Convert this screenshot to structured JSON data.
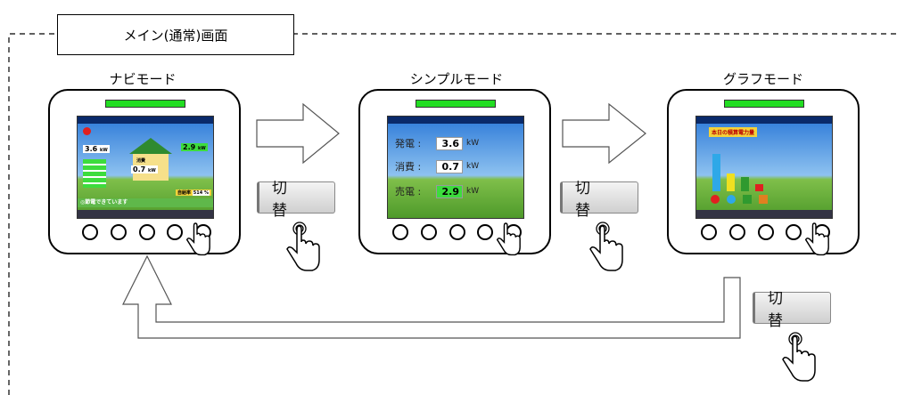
{
  "title": "メイン(通常)画面",
  "modes": [
    {
      "label": "ナビモード"
    },
    {
      "label": "シンプルモード"
    },
    {
      "label": "グラフモード"
    }
  ],
  "switch_label": "切 替",
  "navi_screen": {
    "gen_value": "3.6",
    "gen_unit": "kW",
    "use_label": "消費",
    "use_value": "0.7",
    "use_unit": "kW",
    "sell_value": "2.9",
    "sell_unit": "kW",
    "status_text": "◎節電できています",
    "self_rate_label": "自給率",
    "self_rate_value": "514 %"
  },
  "simple_screen": {
    "rows": [
      {
        "label": "発電 :",
        "value": "3.6",
        "unit": "kW"
      },
      {
        "label": "消費 :",
        "value": "0.7",
        "unit": "kW"
      },
      {
        "label": "売電 :",
        "value": "2.9",
        "unit": "kW"
      }
    ]
  },
  "graph_screen": {
    "title": "本日の積算電力量"
  },
  "colors": {
    "led": "#22dd22",
    "sky": "#2d7ad8",
    "grass": "#4e9a2a"
  },
  "icons": [
    "arrow-right-icon",
    "hand-pointer-icon",
    "loop-arrow-icon"
  ]
}
